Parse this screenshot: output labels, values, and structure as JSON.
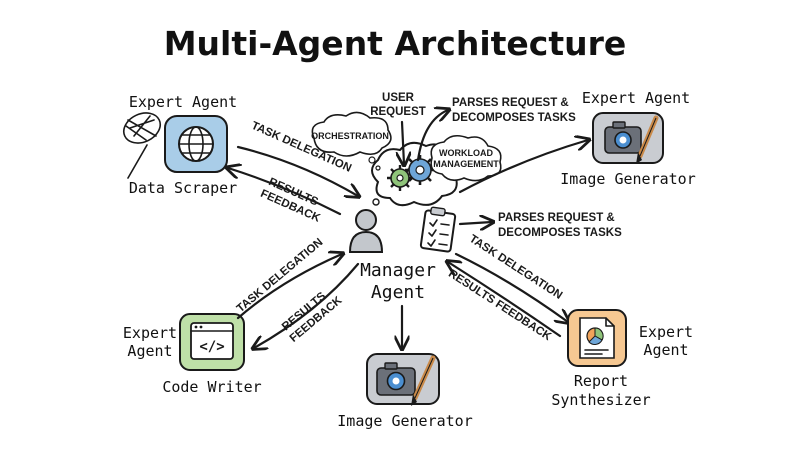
{
  "title": "Multi-Agent Architecture",
  "manager": {
    "name_line1": "Manager",
    "name_line2": "Agent",
    "user_request_line1": "USER",
    "user_request_line2": "REQUEST",
    "parses_top_line1": "PARSES REQUEST &",
    "parses_top_line2": "DECOMPOSES TASKS",
    "parses_right_line1": "PARSES REQUEST &",
    "parses_right_line2": "DECOMPOSES TASKS",
    "orchestration": "ORCHESTRATION",
    "workload_line1": "WORKLOAD",
    "workload_line2": "MANAGEMENT"
  },
  "agents": {
    "data_scraper": {
      "role": "Expert Agent",
      "name": "Data Scraper",
      "out_label": "TASK DELEGATION",
      "in_label_line1": "RESULTS",
      "in_label_line2": "FEEDBACK",
      "icon": "globe-icon"
    },
    "image_generator_top": {
      "role": "Expert Agent",
      "name": "Image Generator",
      "icon": "camera-brush-icon"
    },
    "code_writer": {
      "role_line1": "Expert",
      "role_line2": "Agent",
      "name": "Code Writer",
      "out_label": "TASK DELEGATION",
      "in_label_line1": "RESULTS",
      "in_label_line2": "FEEDBACK",
      "icon": "code-window-icon",
      "code_glyph": "</>"
    },
    "image_generator_bottom": {
      "name": "Image Generator",
      "icon": "camera-brush-icon"
    },
    "report_synthesizer": {
      "role_line1": "Expert",
      "role_line2": "Agent",
      "name_line1": "Report",
      "name_line2": "Synthesizer",
      "out_label": "TASK DELEGATION",
      "in_label": "RESULTS FEEDBACK",
      "icon": "report-chart-icon"
    }
  },
  "colors": {
    "globe_box": "#a9cde8",
    "code_box": "#bfe0a8",
    "report_box": "#f6c892",
    "camera_box": "#c9ccd1",
    "gear_blue": "#6ea6d8",
    "gear_green": "#8fc47a",
    "person": "#c3c7cc"
  }
}
